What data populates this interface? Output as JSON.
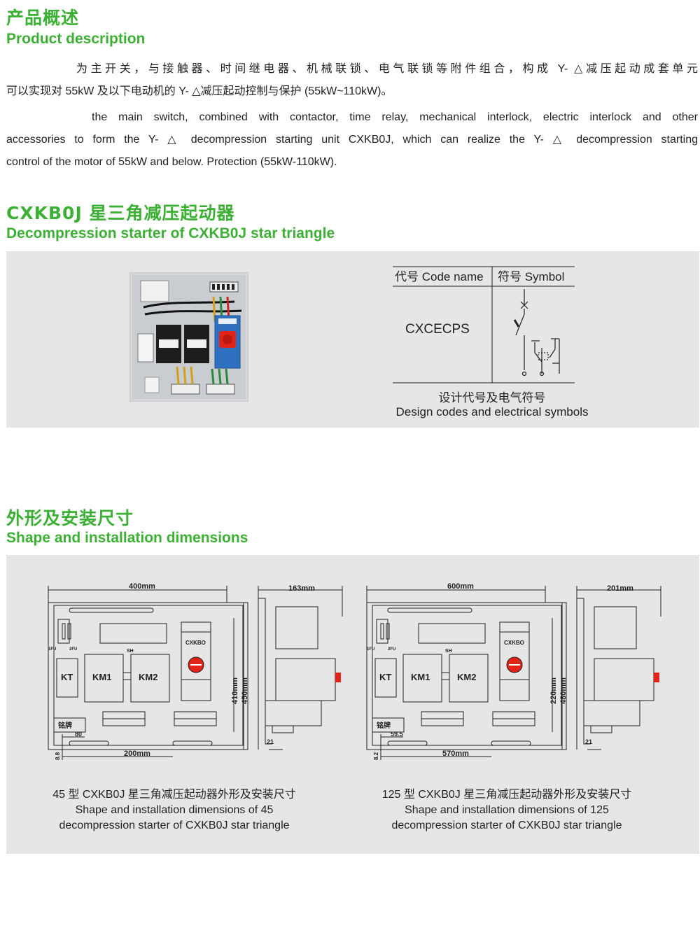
{
  "intro": {
    "title_cn": "产品概述",
    "title_en": "Product description",
    "para_cn": [
      "为主开关，与接触器、时间继电器、机械联锁、电气联锁等附件组合，构成 Y- △减压起动成套单元",
      "可以实现对 55kW 及以下电动机的 Y- △减压起动控制与保护 (55kW~110kW)。"
    ],
    "para_en": [
      "the main switch, combined with contactor, time relay, mechanical interlock, electric interlock and other",
      "accessories to form the Y- △ decompression starting unit CXKB0J, which can realize the Y- △ decompression starting",
      "control of the motor of 55kW and below. Protection (55kW-110kW)."
    ]
  },
  "starter": {
    "title_cn": "CXKB0J 星三角减压起动器",
    "title_en": "Decompression starter of CXKB0J star triangle",
    "table": {
      "col_code": "代号 Code name",
      "col_symbol": "符号 Symbol",
      "code_value": "CXCECPS"
    },
    "caption_cn": "设计代号及电气符号",
    "caption_en": "Design codes and electrical symbols"
  },
  "dimensions": {
    "title_cn": "外形及安装尺寸",
    "title_en": "Shape and installation dimensions",
    "drawings": [
      {
        "width_label": "400mm",
        "depth_label": "163mm",
        "inner_height_label": "410mm",
        "outer_height_label": "450mm",
        "bottom_label": "200mm",
        "offset_label": "80",
        "margin_label": "8.8",
        "side_label": "21",
        "term_label": "SH",
        "brand": "CXKBO",
        "nameplate": "铭牌",
        "kt": "KT",
        "km1": "KM1",
        "km2": "KM2",
        "fu1": "1FU",
        "fu2": "2FU",
        "caption_cn": "45 型 CXKB0J 星三角减压起动器外形及安装尺寸",
        "caption_en_1": "Shape and installation dimensions of 45",
        "caption_en_2": "decompression starter of CXKB0J star triangle"
      },
      {
        "width_label": "600mm",
        "depth_label": "201mm",
        "inner_height_label": "220mm",
        "outer_height_label": "480mm",
        "bottom_label": "570mm",
        "offset_label": "59.5",
        "margin_label": "8.2",
        "side_label": "21",
        "term_label": "SH",
        "brand": "CXKBO",
        "nameplate": "铭牌",
        "kt": "KT",
        "km1": "KM1",
        "km2": "KM2",
        "fu1": "1FU",
        "fu2": "2FU",
        "caption_cn": "125 型 CXKB0J 星三角减压起动器外形及安装尺寸",
        "caption_en_1": "Shape and installation dimensions of 125",
        "caption_en_2": "decompression starter of CXKB0J star triangle"
      }
    ]
  },
  "colors": {
    "heading_green": "#3cb034",
    "panel_gray": "#e6e6e6",
    "knob_red": "#e2231a",
    "module_blue": "#2f6fc0"
  }
}
